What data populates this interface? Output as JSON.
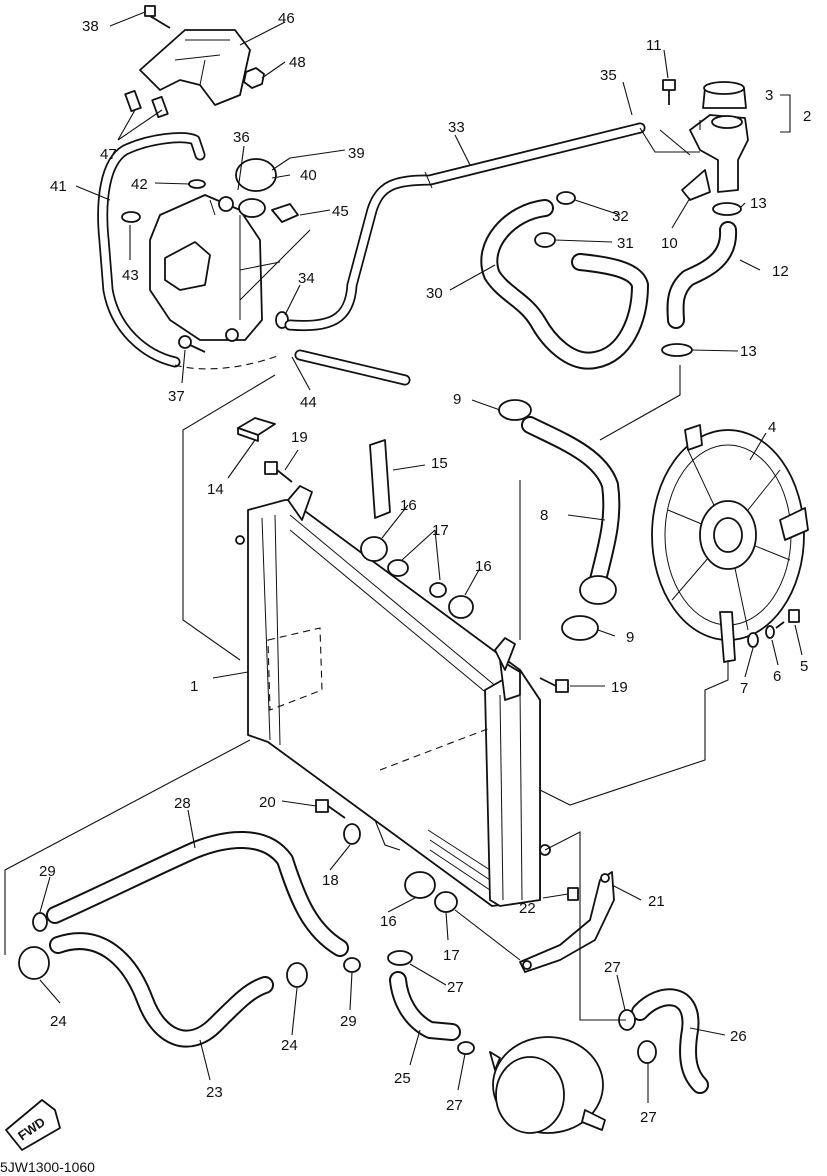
{
  "diagram_code": "5JW1300-1060",
  "direction_badge": "FWD",
  "callouts": [
    {
      "id": "c1",
      "text": "1"
    },
    {
      "id": "c2",
      "text": "2"
    },
    {
      "id": "c3",
      "text": "3"
    },
    {
      "id": "c4",
      "text": "4"
    },
    {
      "id": "c5",
      "text": "5"
    },
    {
      "id": "c6",
      "text": "6"
    },
    {
      "id": "c7",
      "text": "7"
    },
    {
      "id": "c8",
      "text": "8"
    },
    {
      "id": "c9a",
      "text": "9"
    },
    {
      "id": "c9b",
      "text": "9"
    },
    {
      "id": "c10",
      "text": "10"
    },
    {
      "id": "c11",
      "text": "11"
    },
    {
      "id": "c12",
      "text": "12"
    },
    {
      "id": "c13a",
      "text": "13"
    },
    {
      "id": "c13b",
      "text": "13"
    },
    {
      "id": "c14",
      "text": "14"
    },
    {
      "id": "c15",
      "text": "15"
    },
    {
      "id": "c16a",
      "text": "16"
    },
    {
      "id": "c16b",
      "text": "16"
    },
    {
      "id": "c16c",
      "text": "16"
    },
    {
      "id": "c17a",
      "text": "17"
    },
    {
      "id": "c17b",
      "text": "17"
    },
    {
      "id": "c18",
      "text": "18"
    },
    {
      "id": "c19a",
      "text": "19"
    },
    {
      "id": "c19b",
      "text": "19"
    },
    {
      "id": "c20",
      "text": "20"
    },
    {
      "id": "c21",
      "text": "21"
    },
    {
      "id": "c22",
      "text": "22"
    },
    {
      "id": "c23",
      "text": "23"
    },
    {
      "id": "c24a",
      "text": "24"
    },
    {
      "id": "c24b",
      "text": "24"
    },
    {
      "id": "c25",
      "text": "25"
    },
    {
      "id": "c26",
      "text": "26"
    },
    {
      "id": "c27a",
      "text": "27"
    },
    {
      "id": "c27b",
      "text": "27"
    },
    {
      "id": "c27c",
      "text": "27"
    },
    {
      "id": "c27d",
      "text": "27"
    },
    {
      "id": "c28",
      "text": "28"
    },
    {
      "id": "c29a",
      "text": "29"
    },
    {
      "id": "c29b",
      "text": "29"
    },
    {
      "id": "c30",
      "text": "30"
    },
    {
      "id": "c31",
      "text": "31"
    },
    {
      "id": "c32",
      "text": "32"
    },
    {
      "id": "c33",
      "text": "33"
    },
    {
      "id": "c34",
      "text": "34"
    },
    {
      "id": "c35",
      "text": "35"
    },
    {
      "id": "c36",
      "text": "36"
    },
    {
      "id": "c37",
      "text": "37"
    },
    {
      "id": "c38",
      "text": "38"
    },
    {
      "id": "c39",
      "text": "39"
    },
    {
      "id": "c40",
      "text": "40"
    },
    {
      "id": "c41",
      "text": "41"
    },
    {
      "id": "c42",
      "text": "42"
    },
    {
      "id": "c43",
      "text": "43"
    },
    {
      "id": "c44",
      "text": "44"
    },
    {
      "id": "c45",
      "text": "45"
    },
    {
      "id": "c46",
      "text": "46"
    },
    {
      "id": "c47",
      "text": "47"
    },
    {
      "id": "c48",
      "text": "48"
    }
  ]
}
